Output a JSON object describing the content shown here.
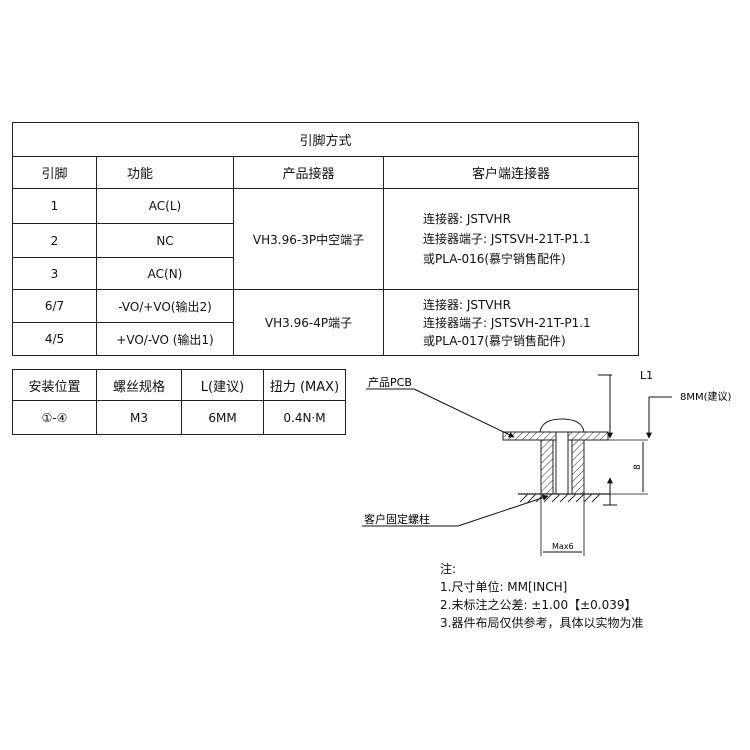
{
  "pin_table": {
    "title": "引脚方式",
    "headers": {
      "pin": "引脚",
      "function": "功能",
      "product_connector": "产品接器",
      "customer_connector": "客户端连接器"
    },
    "rows": [
      {
        "pin": "1",
        "function": "AC(L)"
      },
      {
        "pin": "2",
        "function": "NC"
      },
      {
        "pin": "3",
        "function": "AC(N)"
      },
      {
        "pin": "6/7",
        "function": "-VO/+VO(输出2)"
      },
      {
        "pin": "4/5",
        "function": "+VO/-VO (输出1)"
      }
    ],
    "group1": {
      "product_connector": "VH3.96-3P中空端子",
      "customer_lines": [
        "连接器: JSTVHR",
        "连接器端子: JSTSVH-21T-P1.1",
        "或PLA-016(慕宁销售配件)"
      ]
    },
    "group2": {
      "product_connector": "VH3.96-4P端子",
      "customer_lines": [
        "连接器: JSTVHR",
        "连接器端子: JSTSVH-21T-P1.1",
        "或PLA-017(慕宁销售配件)"
      ]
    }
  },
  "mount_table": {
    "headers": {
      "position": "安装位置",
      "screw": "螺丝规格",
      "length": "L(建议)",
      "torque": "扭力 (MAX)"
    },
    "row": {
      "position": "①-④",
      "screw": "M3",
      "length": "6MM",
      "torque": "0.4N·M"
    }
  },
  "drawing": {
    "pcb_label": "产品PCB",
    "l1_label": "L1",
    "rec_label": "8MM(建议)",
    "height_label": "8",
    "standoff_label": "客户固定螺柱",
    "max_label": "Max6"
  },
  "notes": {
    "title": "注:",
    "items": [
      "1.尺寸单位: MM[INCH]",
      "2.未标注之公差: ±1.00【±0.039】",
      "3.器件布局仅供参考，具体以实物为准"
    ]
  }
}
